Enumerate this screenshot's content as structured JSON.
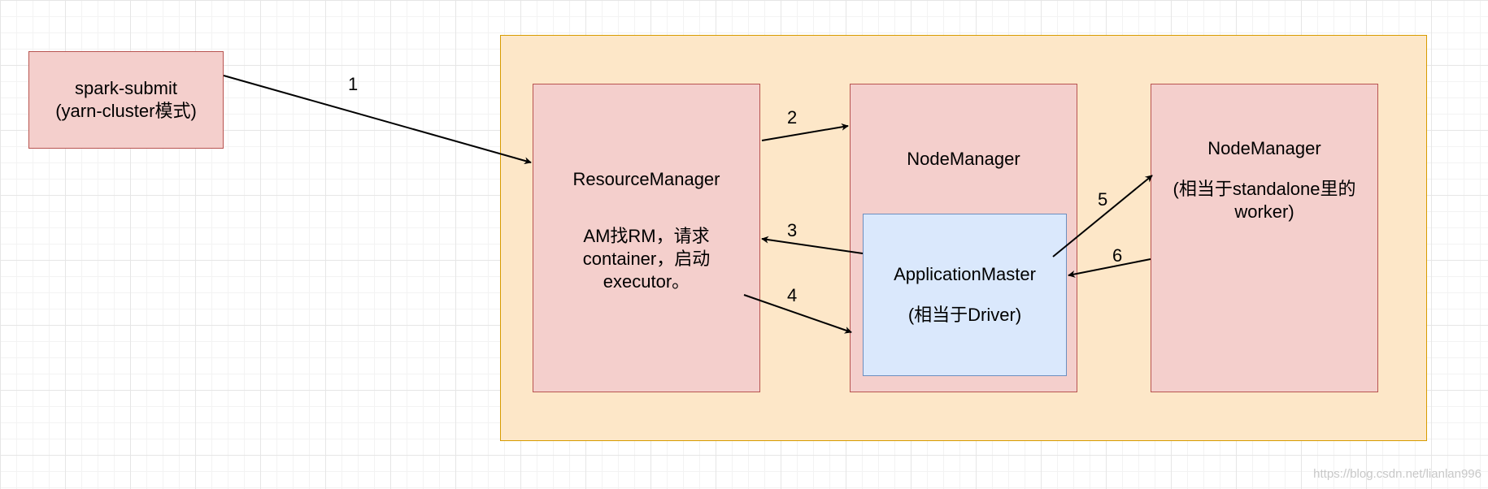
{
  "nodes": {
    "submit": {
      "line1": "spark-submit",
      "line2": "(yarn-cluster模式)"
    },
    "resource_manager": {
      "title": "ResourceManager",
      "note1": "AM找RM，请求",
      "note2": "container，启动",
      "note3": "executor。"
    },
    "node_manager_1": {
      "title": "NodeManager"
    },
    "application_master": {
      "title": "ApplicationMaster",
      "note": "(相当于Driver)"
    },
    "node_manager_2": {
      "title": "NodeManager",
      "note1": "(相当于standalone里的",
      "note2": "worker)"
    }
  },
  "edges": [
    {
      "label": "1",
      "from": "spark-submit",
      "to": "ResourceManager"
    },
    {
      "label": "2",
      "from": "ResourceManager",
      "to": "NodeManager"
    },
    {
      "label": "3",
      "from": "ApplicationMaster",
      "to": "ResourceManager"
    },
    {
      "label": "4",
      "from": "ResourceManager",
      "to": "NodeManager"
    },
    {
      "label": "5",
      "from": "ApplicationMaster",
      "to": "NodeManager"
    },
    {
      "label": "6",
      "from": "NodeManager",
      "to": "ApplicationMaster"
    }
  ],
  "watermark": "https://blog.csdn.net/lianlan996",
  "colors": {
    "node_fill": "#f4cfcc",
    "node_stroke": "#b85450",
    "cluster_fill": "#fde7c8",
    "cluster_stroke": "#d79b00",
    "am_fill": "#dae8fc",
    "am_stroke": "#6c8ebf"
  }
}
